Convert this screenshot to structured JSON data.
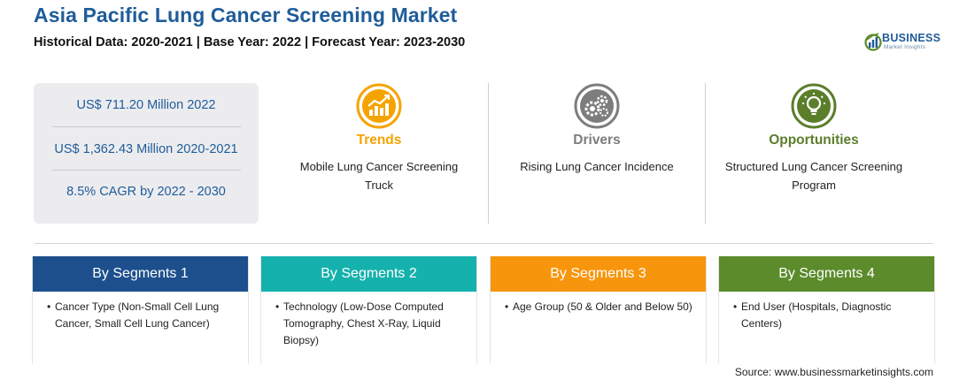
{
  "header": {
    "title": "Asia Pacific Lung Cancer Screening Market",
    "subtitle": "Historical Data: 2020-2021 | Base Year: 2022 | Forecast Year: 2023-2030"
  },
  "logo": {
    "word": "BUSINESS",
    "tagline": "Market Insights"
  },
  "stats": [
    "US$ 711.20 Million 2022",
    "US$ 1,362.43 Million 2020-2021",
    "8.5% CAGR by 2022 - 2030"
  ],
  "features": [
    {
      "title": "Trends",
      "text": "Mobile Lung Cancer Screening Truck",
      "color": "#f5a300",
      "icon": "trend-chart-icon"
    },
    {
      "title": "Drivers",
      "text": "Rising Lung Cancer Incidence",
      "color": "#7d7d7d",
      "icon": "gears-icon"
    },
    {
      "title": "Opportunities",
      "text": "Structured Lung Cancer Screening Program",
      "color": "#5b7e2b",
      "icon": "lightbulb-icon"
    }
  ],
  "segments": [
    {
      "title": "By Segments 1",
      "color": "#1d4f8d",
      "text": "Cancer Type (Non-Small Cell Lung Cancer, Small Cell Lung Cancer)"
    },
    {
      "title": "By Segments 2",
      "color": "#15b1ac",
      "text": "Technology (Low-Dose Computed Tomography, Chest X-Ray, Liquid Biopsy)"
    },
    {
      "title": "By Segments 3",
      "color": "#f7950c",
      "text": "Age Group (50 & Older and Below 50)"
    },
    {
      "title": "By Segments 4",
      "color": "#5b8b2b",
      "text": "End User (Hospitals, Diagnostic Centers)"
    }
  ],
  "footer": {
    "source": "Source: www.businessmarketinsights.com"
  }
}
